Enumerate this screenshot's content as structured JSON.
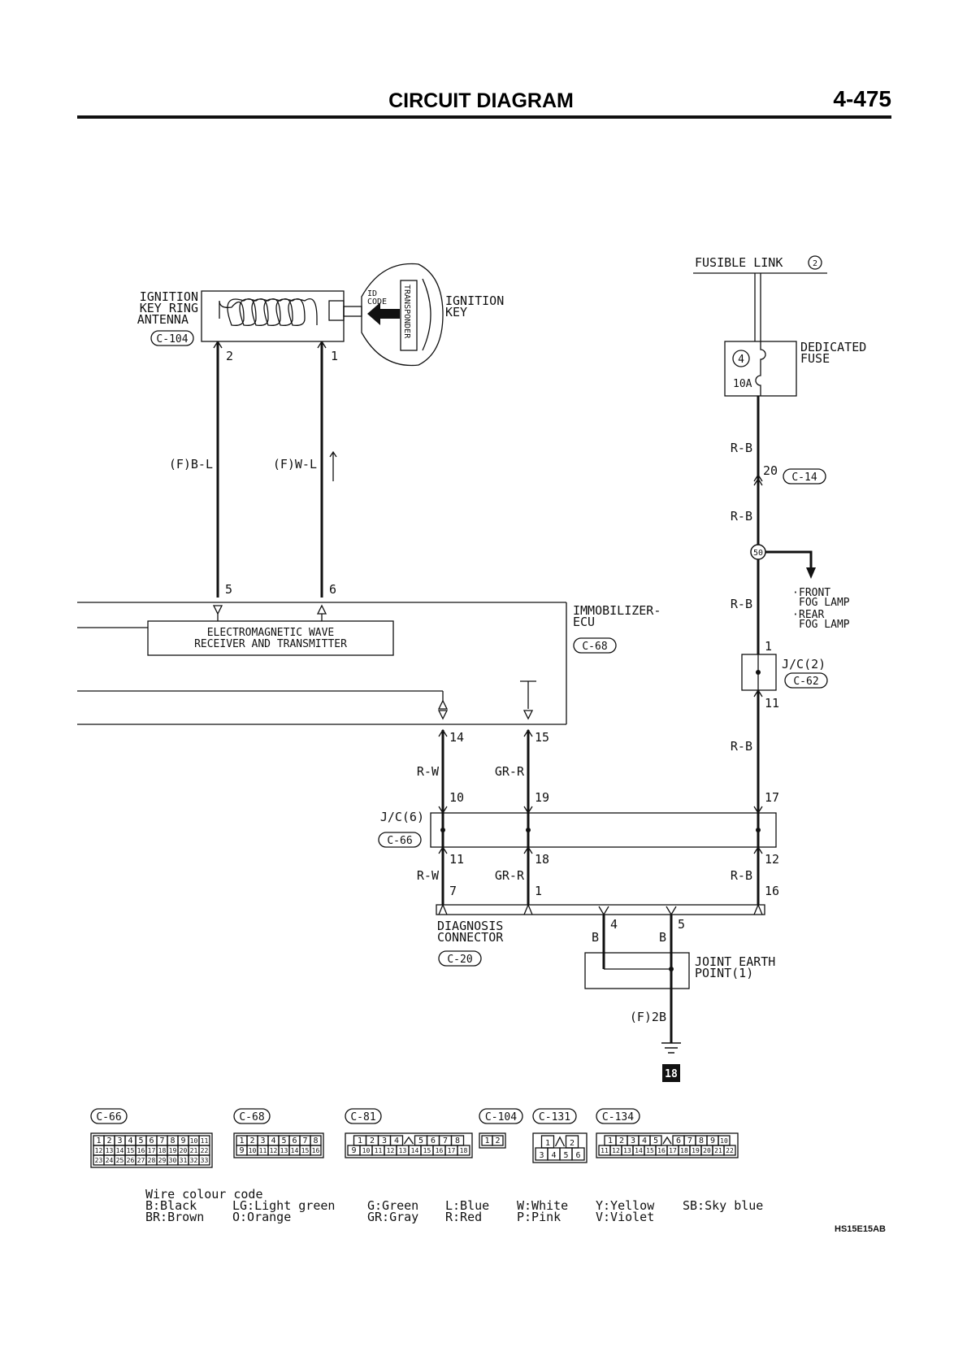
{
  "header": {
    "title": "CIRCUIT DIAGRAM",
    "page_number": "4-475"
  },
  "antenna": {
    "label_lines": [
      "IGNITION",
      "KEY RING",
      "ANTENNA"
    ],
    "connector": "C-104",
    "pin_left": "2",
    "pin_right": "1"
  },
  "key": {
    "label_lines": [
      "IGNITION",
      "KEY"
    ],
    "id_code_lines": [
      "ID",
      "CODE"
    ],
    "transponder": "TRANSPONDER"
  },
  "fusible_link": {
    "label": "FUSIBLE LINK",
    "number": "2"
  },
  "fuse": {
    "label_lines": [
      "DEDICATED",
      "FUSE"
    ],
    "number": "4",
    "rating": "10A"
  },
  "wires": {
    "antenna_left": "(F)B-L",
    "antenna_right": "(F)W-L",
    "rb": "R-B",
    "rw": "R-W",
    "grr": "GR-R",
    "b": "B",
    "f2b": "(F)2B"
  },
  "c14": {
    "pin": "20",
    "connector": "C-14"
  },
  "splice": {
    "number": "50",
    "targets": [
      "FRONT",
      "FOG LAMP",
      "REAR",
      "FOG LAMP"
    ]
  },
  "ecu": {
    "label_lines": [
      "IMMOBILIZER-",
      "ECU"
    ],
    "connector": "C-68",
    "receiver_lines": [
      "ELECTROMAGNETIC WAVE",
      "RECEIVER AND TRANSMITTER"
    ],
    "pins": {
      "p5": "5",
      "p6": "6",
      "p14": "14",
      "p15": "15"
    }
  },
  "jc2": {
    "label": "J/C(2)",
    "connector": "C-62",
    "pin_in": "1",
    "pin_out": "11"
  },
  "jc6": {
    "label": "J/C(6)",
    "connector": "C-66",
    "pins": {
      "p10": "10",
      "p19": "19",
      "p17": "17",
      "p11": "11",
      "p18": "18",
      "p12": "12"
    }
  },
  "diag": {
    "label_lines": [
      "DIAGNOSIS",
      "CONNECTOR"
    ],
    "connector": "C-20",
    "pins": {
      "p7": "7",
      "p1": "1",
      "p16": "16",
      "p4": "4",
      "p5": "5"
    }
  },
  "earth": {
    "label_lines": [
      "JOINT EARTH",
      "POINT(1)"
    ],
    "ground_number": "18"
  },
  "connector_views": [
    {
      "name": "C-66",
      "rows": [
        [
          "1",
          "2",
          "3",
          "4",
          "5",
          "6",
          "7",
          "8",
          "9",
          "10",
          "11"
        ],
        [
          "12",
          "13",
          "14",
          "15",
          "16",
          "17",
          "18",
          "19",
          "20",
          "21",
          "22"
        ],
        [
          "23",
          "24",
          "25",
          "26",
          "27",
          "28",
          "29",
          "30",
          "31",
          "32",
          "33"
        ]
      ]
    },
    {
      "name": "C-68",
      "rows": [
        [
          "1",
          "2",
          "3",
          "4",
          "5",
          "6",
          "7",
          "8"
        ],
        [
          "9",
          "10",
          "11",
          "12",
          "13",
          "14",
          "15",
          "16"
        ]
      ]
    },
    {
      "name": "C-81",
      "rows": [
        [
          "1",
          "2",
          "3",
          "4",
          "",
          "5",
          "6",
          "7",
          "8"
        ],
        [
          "9",
          "10",
          "11",
          "12",
          "13",
          "14",
          "15",
          "16",
          "17",
          "18"
        ]
      ]
    },
    {
      "name": "C-104",
      "rows": [
        [
          "1",
          "2"
        ]
      ]
    },
    {
      "name": "C-131",
      "rows": [
        [
          "1",
          "",
          "2"
        ],
        [
          "3",
          "4",
          "5",
          "6"
        ]
      ]
    },
    {
      "name": "C-134",
      "rows": [
        [
          "1",
          "2",
          "3",
          "4",
          "5",
          "",
          "6",
          "7",
          "8",
          "9",
          "10"
        ],
        [
          "11",
          "12",
          "13",
          "14",
          "15",
          "16",
          "17",
          "18",
          "19",
          "20",
          "21",
          "22"
        ]
      ]
    }
  ],
  "legend": {
    "title": "Wire colour code",
    "row1": [
      "B:Black",
      "LG:Light green",
      "G:Green",
      "L:Blue",
      "W:White",
      "Y:Yellow",
      "SB:Sky blue"
    ],
    "row2": [
      "BR:Brown",
      "O:Orange",
      "GR:Gray",
      "R:Red",
      "P:Pink",
      "V:Violet"
    ]
  },
  "figure_code": "HS15E15AB"
}
